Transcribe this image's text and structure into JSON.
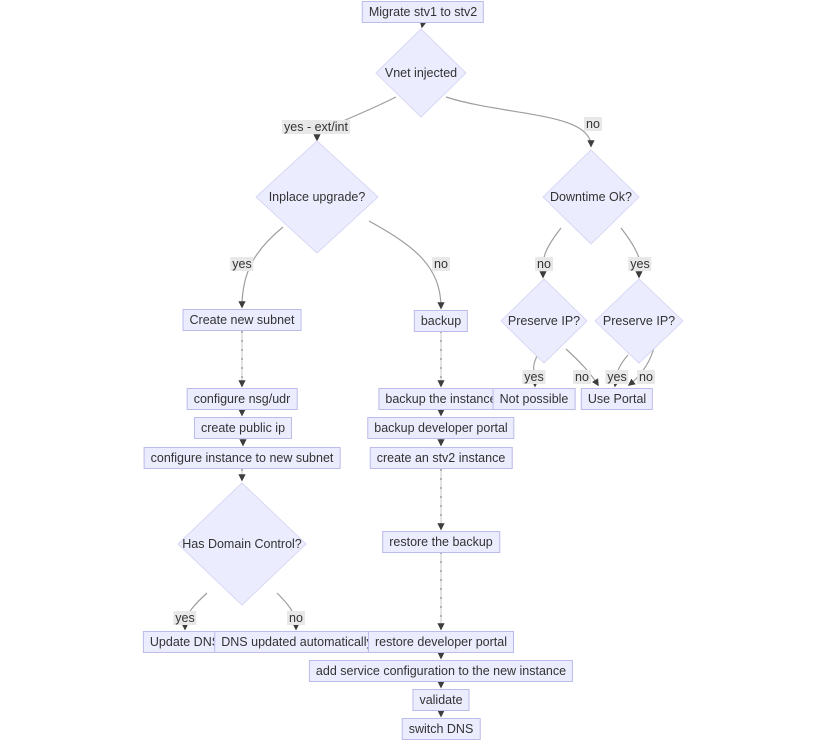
{
  "diagram": {
    "nodes": {
      "migrate": "Migrate stv1 to stv2",
      "vnet": "Vnet injected",
      "inplace": "Inplace upgrade?",
      "downtime": "Downtime Ok?",
      "create_subnet": "Create new subnet",
      "backup": "backup",
      "preserve_left": "Preserve IP?",
      "preserve_right": "Preserve IP?",
      "nsg": "configure nsg/udr",
      "public_ip": "create public ip",
      "config_instance": "configure instance to new subnet",
      "backup_instance": "backup the instance",
      "backup_portal": "backup developer portal",
      "stv2_instance": "create an stv2 instance",
      "not_possible": "Not possible",
      "use_portal": "Use Portal",
      "has_domain": "Has Domain Control?",
      "restore_backup": "restore the backup",
      "update_dns": "Update DNS",
      "dns_auto": "DNS updated automatically",
      "restore_portal": "restore developer portal",
      "add_config": "add service configuration to the new instance",
      "validate": "validate",
      "switch_dns": "switch DNS"
    },
    "edge_labels": {
      "vnet_yes": "yes - ext/int",
      "vnet_no": "no",
      "inplace_yes": "yes",
      "inplace_no": "no",
      "downtime_no": "no",
      "downtime_yes": "yes",
      "preserve_l_yes": "yes",
      "preserve_l_no": "no",
      "preserve_r_yes": "yes",
      "preserve_r_no": "no",
      "domain_yes": "yes",
      "domain_no": "no"
    },
    "flow": [
      {
        "from": "migrate",
        "to": "vnet",
        "style": "dotted"
      },
      {
        "from": "vnet",
        "to": "inplace",
        "label": "yes - ext/int"
      },
      {
        "from": "vnet",
        "to": "downtime",
        "label": "no"
      },
      {
        "from": "inplace",
        "to": "create_subnet",
        "label": "yes"
      },
      {
        "from": "inplace",
        "to": "backup",
        "label": "no"
      },
      {
        "from": "downtime",
        "to": "preserve_left",
        "label": "no"
      },
      {
        "from": "downtime",
        "to": "preserve_right",
        "label": "yes"
      },
      {
        "from": "create_subnet",
        "to": "nsg",
        "style": "dotted"
      },
      {
        "from": "nsg",
        "to": "public_ip",
        "style": "dotted"
      },
      {
        "from": "public_ip",
        "to": "config_instance",
        "style": "dotted"
      },
      {
        "from": "config_instance",
        "to": "has_domain",
        "style": "dotted"
      },
      {
        "from": "has_domain",
        "to": "update_dns",
        "label": "yes"
      },
      {
        "from": "has_domain",
        "to": "dns_auto",
        "label": "no"
      },
      {
        "from": "backup",
        "to": "backup_instance",
        "style": "dotted"
      },
      {
        "from": "backup_instance",
        "to": "backup_portal",
        "style": "dotted"
      },
      {
        "from": "backup_portal",
        "to": "stv2_instance",
        "style": "dotted"
      },
      {
        "from": "stv2_instance",
        "to": "restore_backup",
        "style": "dotted"
      },
      {
        "from": "restore_backup",
        "to": "restore_portal",
        "style": "dotted"
      },
      {
        "from": "restore_portal",
        "to": "add_config",
        "style": "dotted"
      },
      {
        "from": "add_config",
        "to": "validate",
        "style": "dotted"
      },
      {
        "from": "validate",
        "to": "switch_dns",
        "style": "dotted"
      },
      {
        "from": "preserve_left",
        "to": "not_possible",
        "label": "yes"
      },
      {
        "from": "preserve_left",
        "to": "use_portal",
        "label": "no"
      },
      {
        "from": "preserve_right",
        "to": "use_portal",
        "label": "yes"
      },
      {
        "from": "preserve_right",
        "to": "use_portal",
        "label": "no"
      }
    ],
    "colors": {
      "node_fill": "#ECECFF",
      "node_border": "#BCBCEA",
      "diamond_border": "#D8D8F4",
      "text": "#333333",
      "edge": "#9E9E9E",
      "edge_label_bg": "#E8E8E8",
      "arrow": "#3D3D3D"
    }
  }
}
